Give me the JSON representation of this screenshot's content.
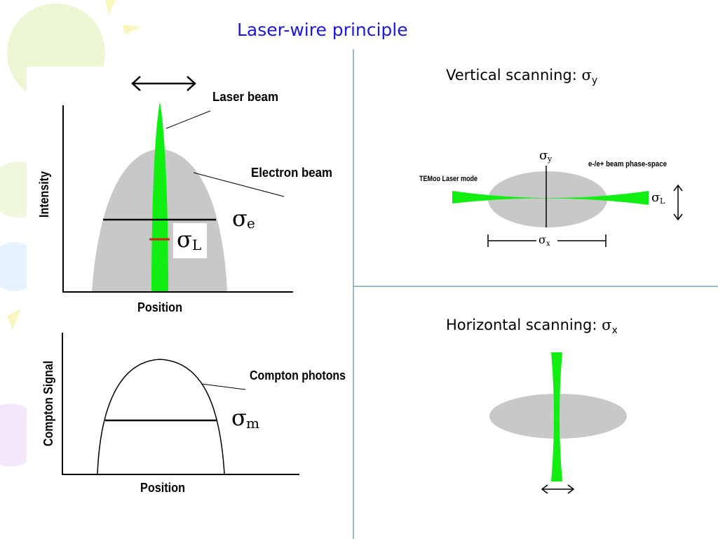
{
  "title": "Laser-wire principle",
  "top_panel": {
    "x_label": "Position",
    "y_label": "Intensity",
    "laser_label": "Laser beam",
    "electron_label": "Electron beam",
    "sigma_e_symbol": "σ",
    "sigma_e_sub": "e",
    "sigma_L_symbol": "σ",
    "sigma_L_sub": "L"
  },
  "bottom_panel": {
    "x_label": "Position",
    "y_label": "Compton Signal",
    "compton_label": "Compton photons",
    "sigma_m_symbol": "σ",
    "sigma_m_sub": "m"
  },
  "vertical": {
    "heading_text": "Vertical scanning: ",
    "heading_symbol": "σ",
    "heading_sub": "y",
    "sigma_y_symbol": "σ",
    "sigma_y_sub": "y",
    "sigma_x_symbol": "σ",
    "sigma_x_sub": "x",
    "sigma_L_symbol": "σ",
    "sigma_L_sub": "L",
    "laser_mode_label": "TEMoo Laser mode",
    "phase_space_label": "e-/e+ beam phase-space"
  },
  "horizontal": {
    "heading_text": "Horizontal scanning: ",
    "heading_symbol": "σ",
    "heading_sub": "x"
  },
  "colors": {
    "title": "#1a1ad8",
    "laser": "#11ee11",
    "beam": "#c8c8c8",
    "divider": "#5a8fb0",
    "marker": "#d02020"
  }
}
